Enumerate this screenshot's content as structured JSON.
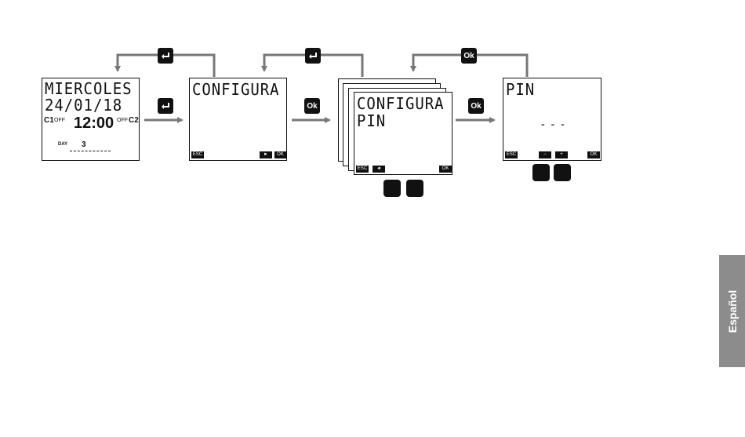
{
  "screen1": {
    "line1": "MIERCOLES",
    "line2": "24/01/18",
    "c1": "C1",
    "off_left": "OFF",
    "time": "12:00",
    "off_right": "OFF",
    "c2": "C2",
    "day_label": "DAY",
    "day_value": "3"
  },
  "screen2": {
    "line1": "CONFIGURA",
    "esc": "ESC",
    "next": "►",
    "ok": "OK"
  },
  "screen3": {
    "line1": "CONFIGURA",
    "line2": "PIN",
    "esc": "ESC",
    "prev": "◄",
    "ok": "OK"
  },
  "screen4": {
    "line1": "PIN",
    "dashes": "- - -",
    "esc": "ESC",
    "minus": "−",
    "plus": "+",
    "ok": "OK"
  },
  "keys": {
    "ok1": "Ok",
    "ok2": "Ok",
    "ok_top": "Ok"
  },
  "tab": {
    "label": "Español"
  },
  "colors": {
    "arrow": "#777777",
    "key": "#111111",
    "tab": "#8c8c8c"
  }
}
